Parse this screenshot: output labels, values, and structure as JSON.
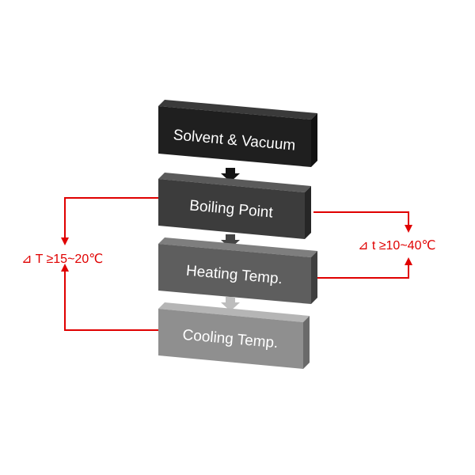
{
  "diagram": {
    "blocks": [
      {
        "label": "Solvent & Vacuum",
        "color": "#1f1f1f"
      },
      {
        "label": "Boiling Point",
        "color": "#3c3c3c"
      },
      {
        "label": "Heating Temp.",
        "color": "#5e5e5e"
      },
      {
        "label": "Cooling Temp.",
        "color": "#8f8f8f"
      }
    ],
    "left_label": "⊿ T ≥15~20℃",
    "right_label": "⊿ t ≥10~40℃",
    "annotation_color": "#e00000"
  }
}
